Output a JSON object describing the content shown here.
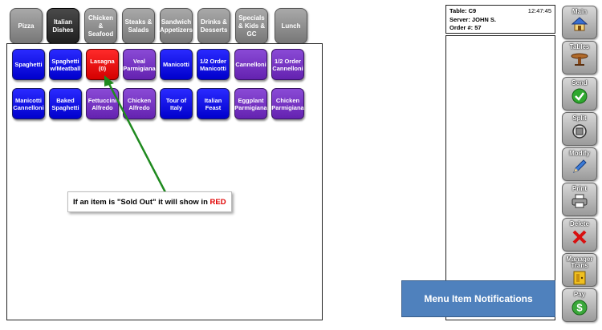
{
  "categories": [
    {
      "label": "Pizza",
      "active": false
    },
    {
      "label": "Italian Dishes",
      "active": true
    },
    {
      "label": "Chicken & Seafood",
      "active": false
    },
    {
      "label": "Steaks & Salads",
      "active": false
    },
    {
      "label": "Sandwich Appetizers",
      "active": false
    },
    {
      "label": "Drinks & Desserts",
      "active": false
    },
    {
      "label": "Specials & Kids & GC",
      "active": false
    },
    {
      "label": "Lunch",
      "active": false
    }
  ],
  "menu_items": [
    {
      "label": "Spaghetti",
      "color": "blue"
    },
    {
      "label": "Spaghetti w/Meatball",
      "color": "blue"
    },
    {
      "label": "Lasagna (0)",
      "color": "red"
    },
    {
      "label": "Veal Parmigiana",
      "color": "purple"
    },
    {
      "label": "Manicotti",
      "color": "blue"
    },
    {
      "label": "1/2 Order Manicotti",
      "color": "blue"
    },
    {
      "label": "Cannelloni",
      "color": "purple"
    },
    {
      "label": "1/2 Order Cannelloni",
      "color": "purple"
    },
    {
      "label": "Manicotti Cannelloni",
      "color": "blue"
    },
    {
      "label": "Baked Spaghetti",
      "color": "blue"
    },
    {
      "label": "Fettuccini Alfredo",
      "color": "purple"
    },
    {
      "label": "Chicken Alfredo",
      "color": "purple"
    },
    {
      "label": "Tour of Italy",
      "color": "blue"
    },
    {
      "label": "Italian Feast",
      "color": "blue"
    },
    {
      "label": "Eggplant Parmigiana",
      "color": "purple"
    },
    {
      "label": "Chicken Parmigiana",
      "color": "purple"
    }
  ],
  "callout": {
    "text_before": "If an item is \"Sold Out\" it will show in ",
    "text_highlight": "RED"
  },
  "order_info": {
    "table": "Table: C9",
    "server": "Server: JOHN S.",
    "order_number": "Order #: 57",
    "time": "12:47:45"
  },
  "actions": [
    {
      "label": "Main",
      "icon": "home-icon"
    },
    {
      "label": "Tables",
      "icon": "table-icon"
    },
    {
      "label": "Send",
      "icon": "checkmark-icon"
    },
    {
      "label": "Split",
      "icon": "split-icon"
    },
    {
      "label": "Modify",
      "icon": "pencil-icon"
    },
    {
      "label": "Print",
      "icon": "printer-icon"
    },
    {
      "label": "Delete",
      "icon": "x-icon"
    },
    {
      "label": "Manager Trans",
      "icon": "door-icon"
    },
    {
      "label": "Pay",
      "icon": "dollar-icon"
    }
  ],
  "notification_banner": "Menu Item Notifications",
  "colors": {
    "item_blue": "#0000ee",
    "item_purple": "#7030c0",
    "item_red": "#ee0000",
    "banner": "#4f81bd"
  }
}
